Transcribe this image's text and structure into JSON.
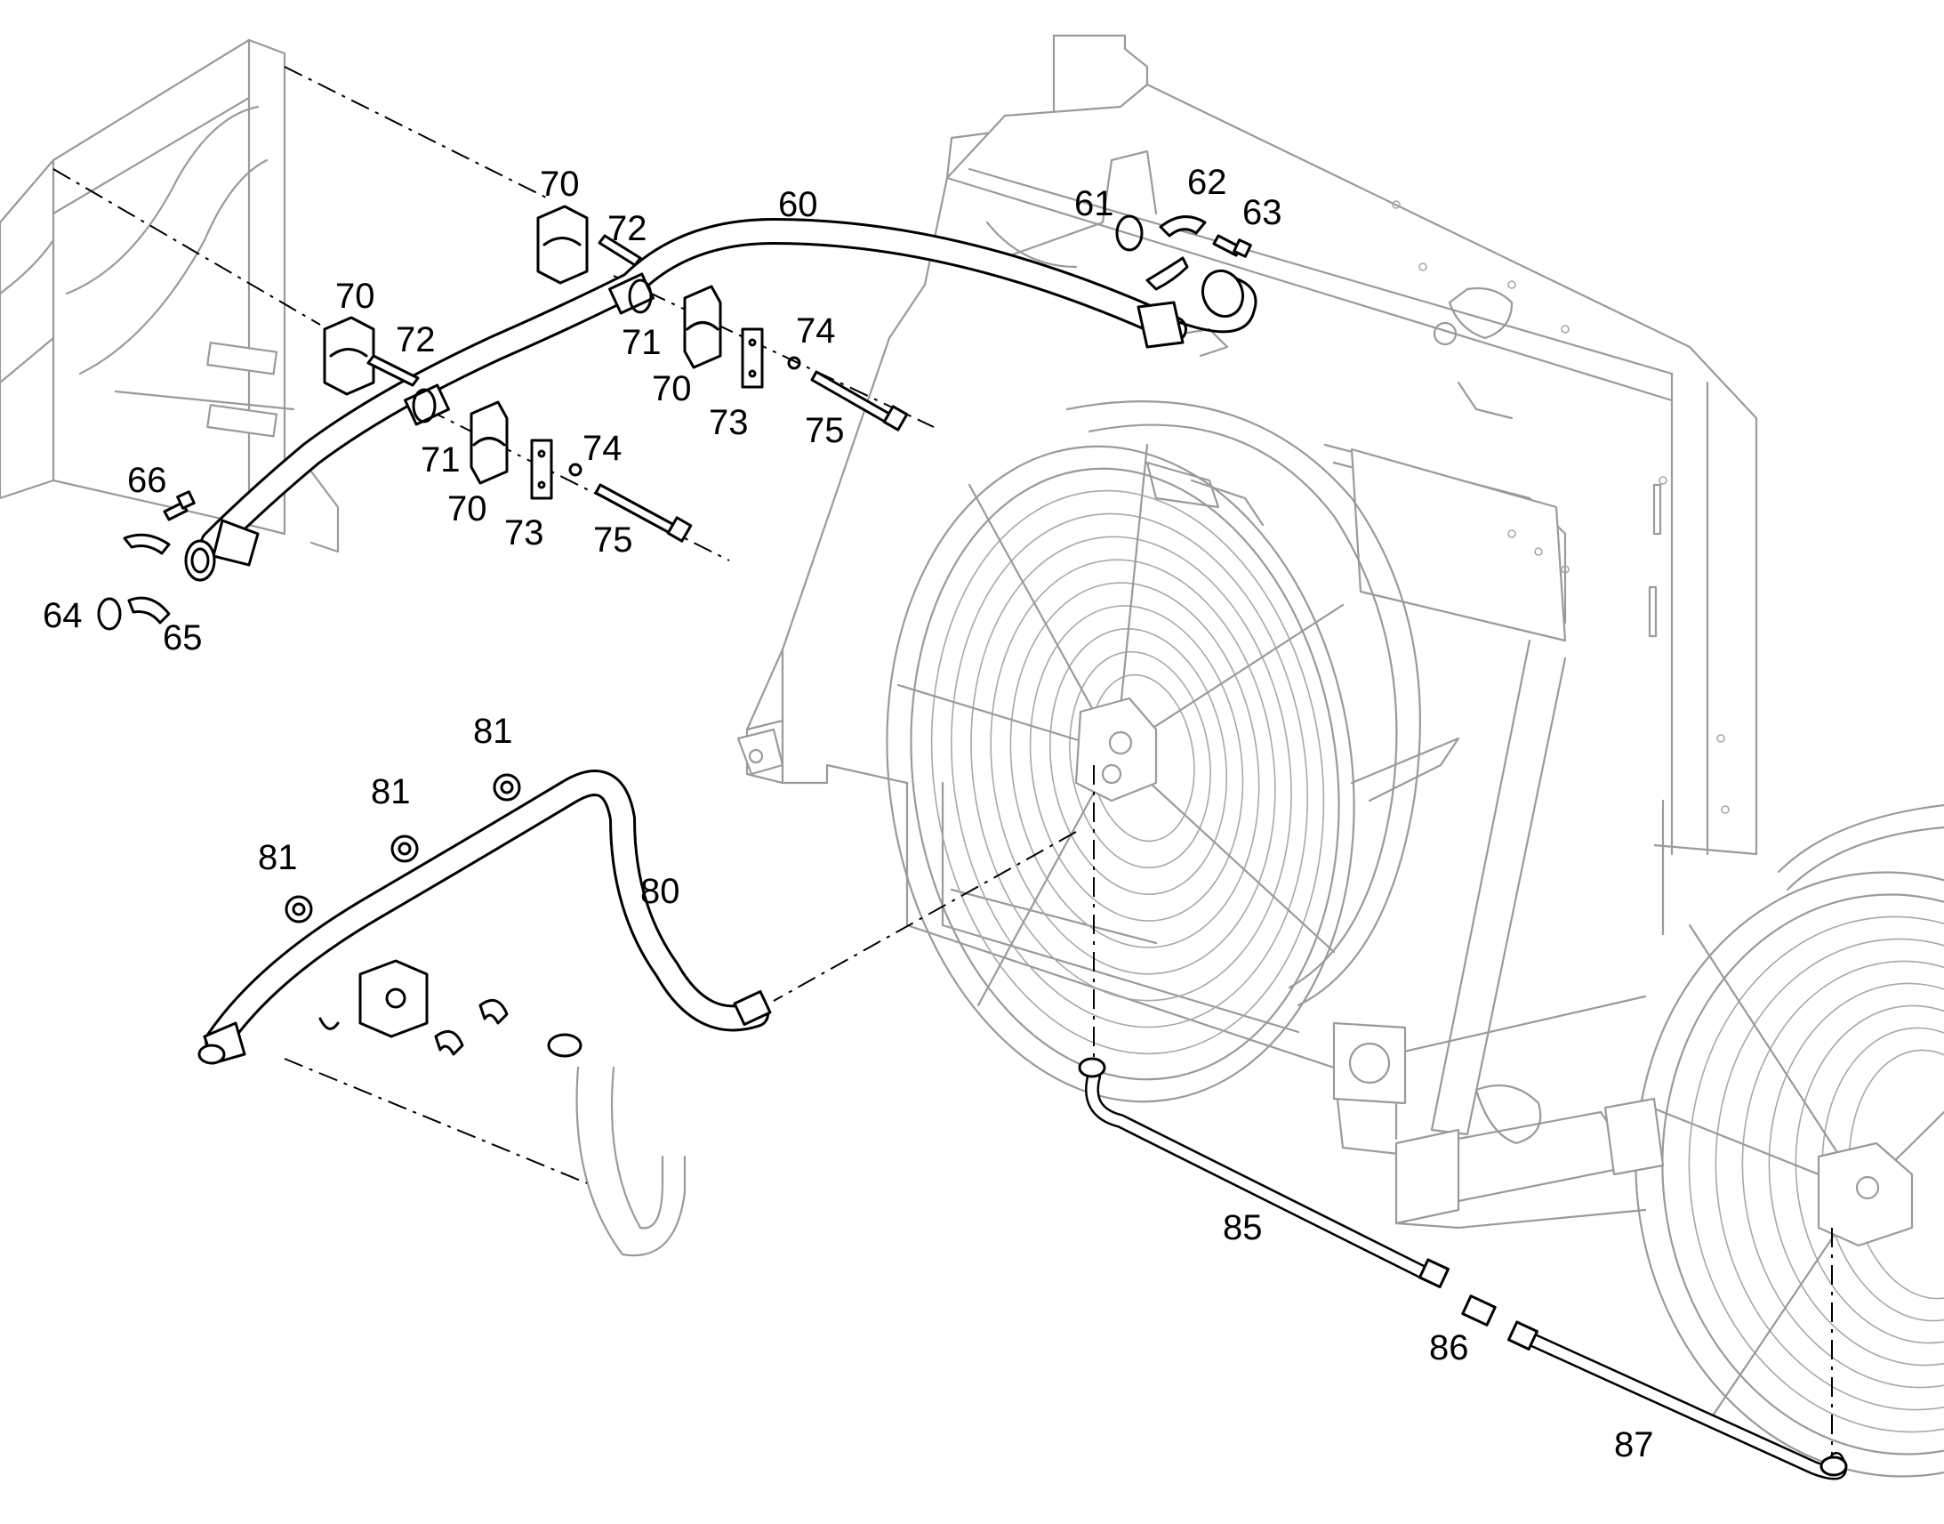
{
  "callouts": [
    {
      "id": "c60",
      "text": "60"
    },
    {
      "id": "c61",
      "text": "61"
    },
    {
      "id": "c62",
      "text": "62"
    },
    {
      "id": "c63",
      "text": "63"
    },
    {
      "id": "c64",
      "text": "64"
    },
    {
      "id": "c65",
      "text": "65"
    },
    {
      "id": "c66",
      "text": "66"
    },
    {
      "id": "c70a",
      "text": "70"
    },
    {
      "id": "c70b",
      "text": "70"
    },
    {
      "id": "c70c",
      "text": "70"
    },
    {
      "id": "c70d",
      "text": "70"
    },
    {
      "id": "c71a",
      "text": "71"
    },
    {
      "id": "c71b",
      "text": "71"
    },
    {
      "id": "c72a",
      "text": "72"
    },
    {
      "id": "c72b",
      "text": "72"
    },
    {
      "id": "c73a",
      "text": "73"
    },
    {
      "id": "c73b",
      "text": "73"
    },
    {
      "id": "c74a",
      "text": "74"
    },
    {
      "id": "c74b",
      "text": "74"
    },
    {
      "id": "c75a",
      "text": "75"
    },
    {
      "id": "c75b",
      "text": "75"
    },
    {
      "id": "c80",
      "text": "80"
    },
    {
      "id": "c81a",
      "text": "81"
    },
    {
      "id": "c81b",
      "text": "81"
    },
    {
      "id": "c81c",
      "text": "81"
    },
    {
      "id": "c85",
      "text": "85"
    },
    {
      "id": "c86",
      "text": "86"
    },
    {
      "id": "c87",
      "text": "87"
    }
  ]
}
